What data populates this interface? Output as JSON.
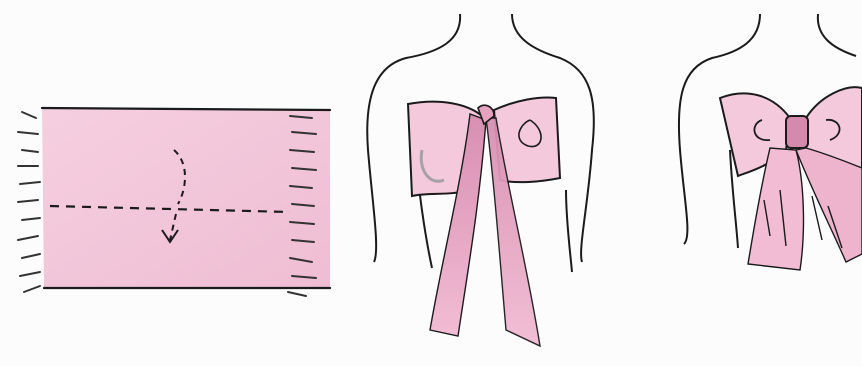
{
  "illustration": {
    "panels": [
      {
        "id": "folded-scarf",
        "icon": "scarf-fold-icon"
      },
      {
        "id": "bow-tie-step",
        "icon": "bow-step-icon"
      },
      {
        "id": "finished-bow",
        "icon": "bow-finished-icon"
      }
    ],
    "colors": {
      "line": "#1b1b1b",
      "pink_light": "#f3c9db",
      "pink_mid": "#e6a3c0",
      "pink_dark": "#d48aad",
      "grey_shade": "#a7a1a4"
    }
  }
}
